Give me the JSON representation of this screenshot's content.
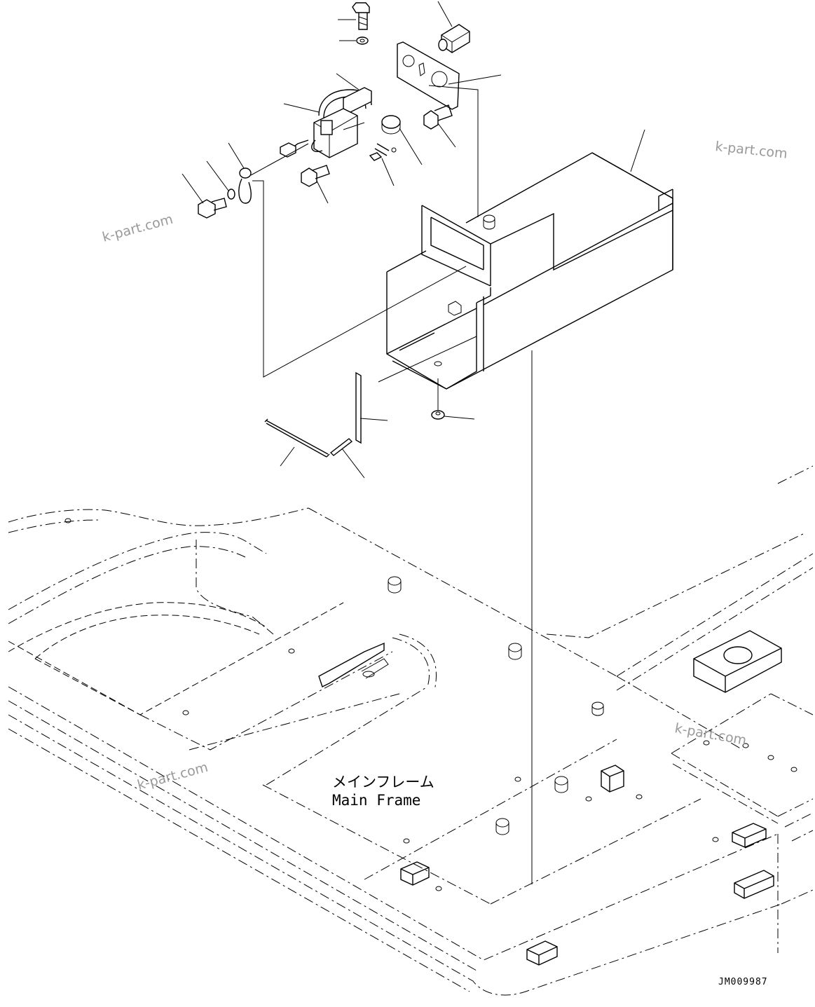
{
  "diagram": {
    "label_jp": "メインフレーム",
    "label_en": "Main Frame",
    "drawing_code": "JM009987"
  },
  "watermarks": [
    {
      "text": "k-part.com"
    },
    {
      "text": "k-part.com"
    },
    {
      "text": "k-part.com"
    },
    {
      "text": "k-part.com"
    }
  ],
  "colors": {
    "line": "#000000",
    "watermark": "#9a9a9a",
    "background": "#ffffff"
  }
}
